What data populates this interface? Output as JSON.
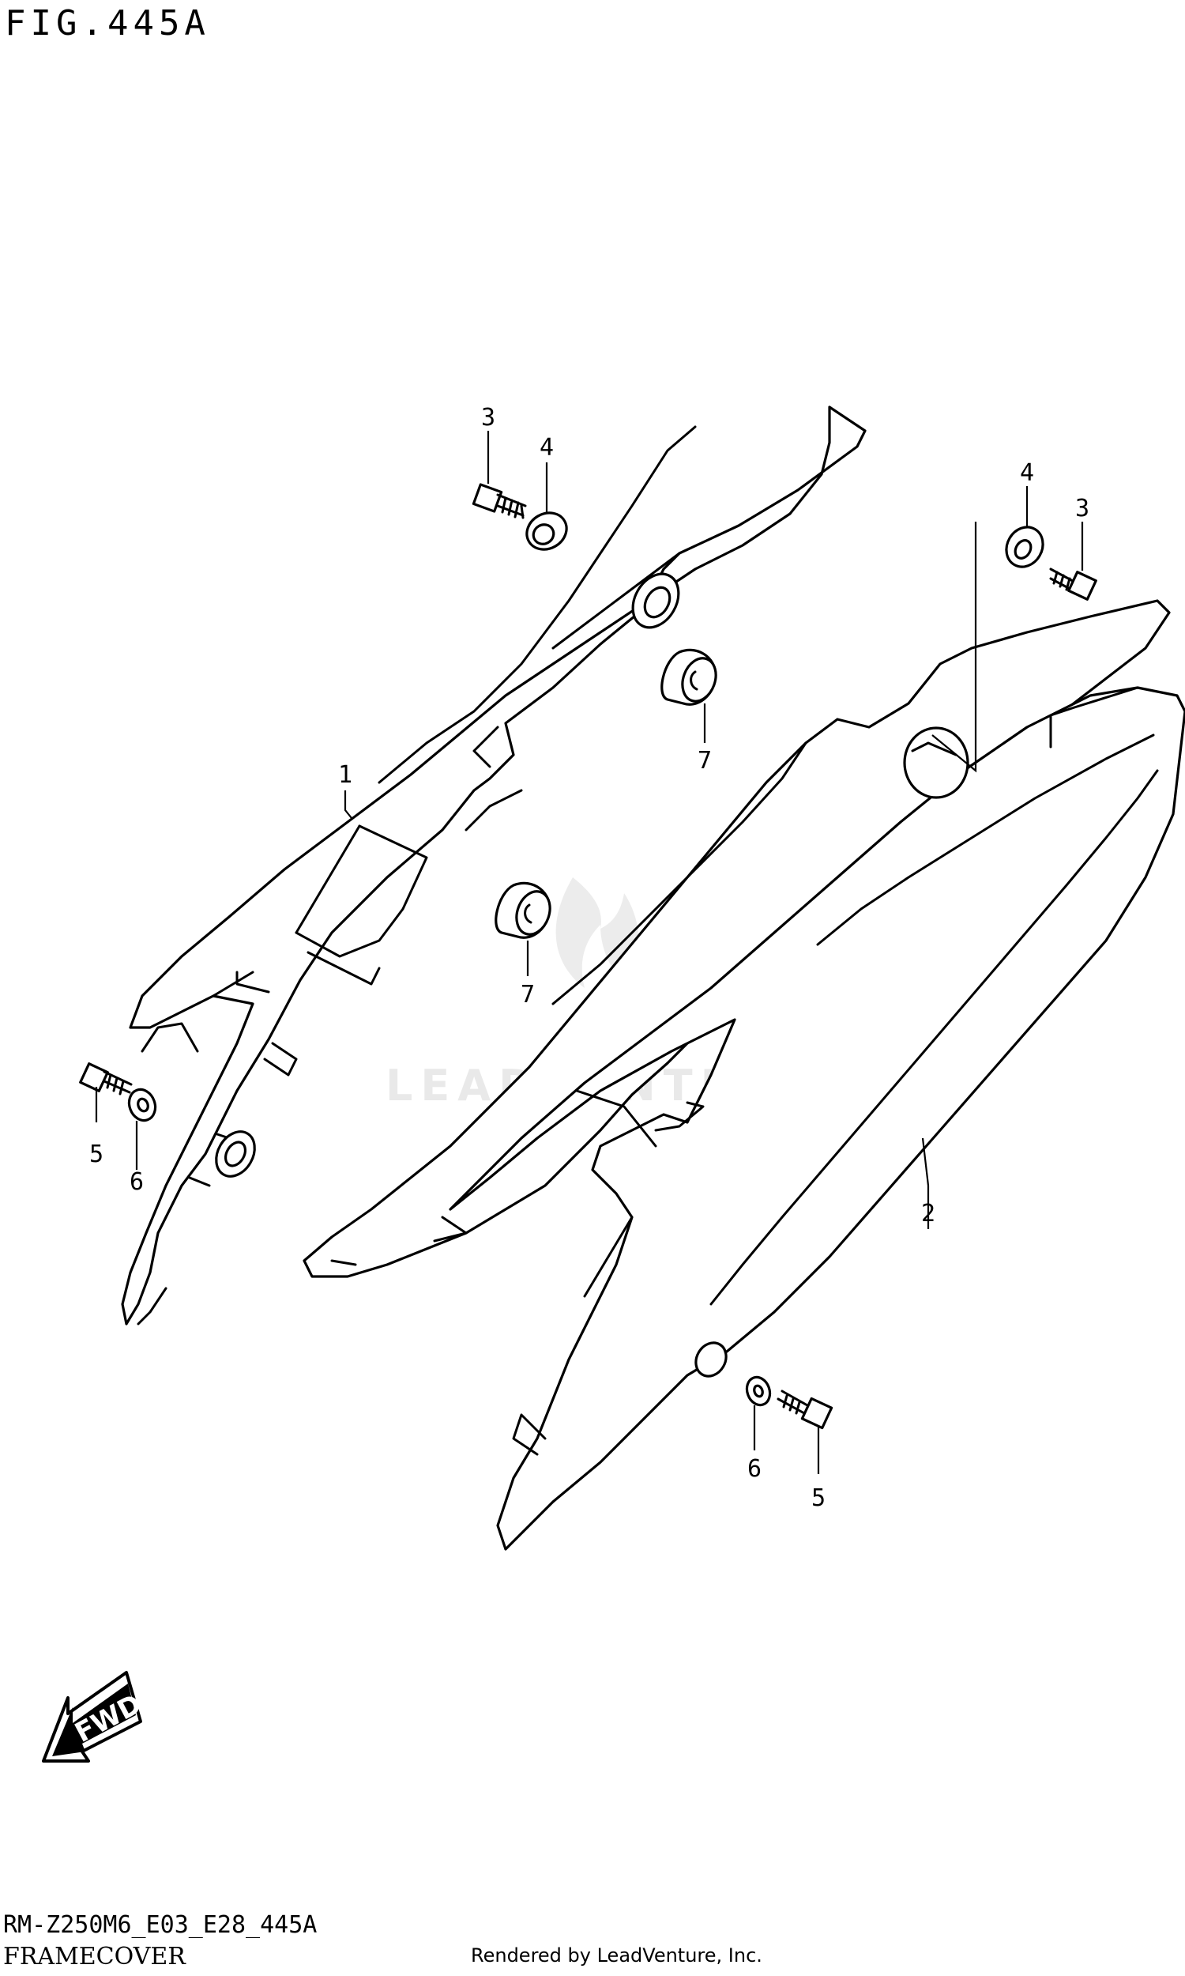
{
  "figure": {
    "title": "FIG.445A"
  },
  "footer": {
    "model_code": "RM-Z250M6_E03_E28_445A",
    "section_name": "FRAMECOVER",
    "rendered_by": "Rendered by LeadVenture, Inc."
  },
  "watermark": {
    "text": "LEADVENTURE"
  },
  "direction_indicator": {
    "label": "FWD",
    "icon": "fwd-arrow-icon"
  },
  "callouts": {
    "c1": "1",
    "c2": "2",
    "c3_left": "3",
    "c3_right": "3",
    "c4_left": "4",
    "c4_right": "4",
    "c5_left": "5",
    "c5_right": "5",
    "c6_left": "6",
    "c6_right": "6",
    "c7_upper": "7",
    "c7_lower": "7"
  }
}
